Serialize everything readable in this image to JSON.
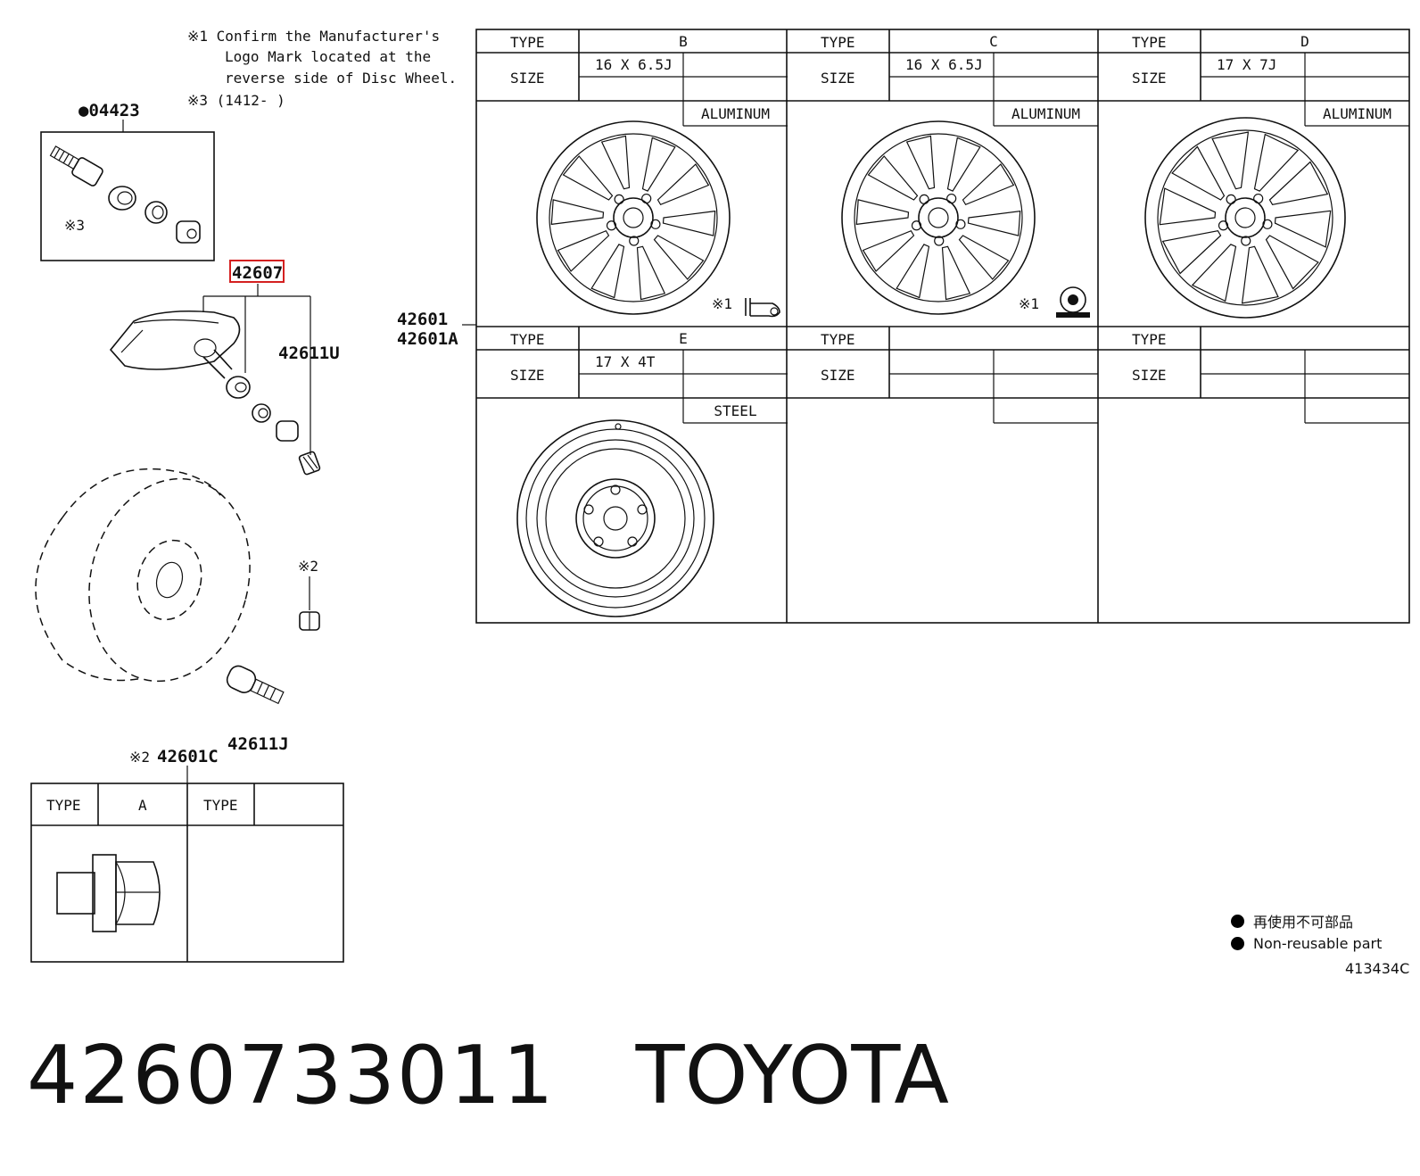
{
  "notes": {
    "n1_line1": "※1 Confirm the Manufacturer's",
    "n1_line2": "Logo Mark located at the",
    "n1_line3": "reverse side of Disc Wheel.",
    "n3": "※3 (1412-    )"
  },
  "callouts": {
    "valve_kit": "●04423",
    "mark3": "※3",
    "sensor": "42607",
    "valve_cap": "42611U",
    "nut_mark": "※2",
    "valve_stem": "42611J",
    "nut_part_mark": "※2",
    "nut_part": "42601C",
    "wheel_1": "42601",
    "wheel_2": "42601A"
  },
  "wheel_table": {
    "type_label": "TYPE",
    "size_label": "SIZE",
    "cells": [
      {
        "type": "B",
        "size": "16 X 6.5J",
        "material": "ALUMINUM",
        "mark": "※1"
      },
      {
        "type": "C",
        "size": "16 X 6.5J",
        "material": "ALUMINUM",
        "mark": "※1"
      },
      {
        "type": "D",
        "size": "17 X 7J",
        "material": "ALUMINUM",
        "mark": ""
      },
      {
        "type": "E",
        "size": "17 X 4T",
        "material": "STEEL",
        "mark": ""
      },
      {
        "type": "",
        "size": "",
        "material": "",
        "mark": ""
      },
      {
        "type": "",
        "size": "",
        "material": "",
        "mark": ""
      }
    ]
  },
  "nut_table": {
    "type_label": "TYPE",
    "cells": [
      {
        "type": "A"
      },
      {
        "type": ""
      }
    ]
  },
  "legend": {
    "jp": "再使用不可部品",
    "en": "Non-reusable part"
  },
  "drawing_code": "413434C",
  "footer": {
    "part_number": "4260733011",
    "brand": "TOYOTA"
  },
  "colors": {
    "highlight": "#d42020",
    "line": "#111111"
  }
}
